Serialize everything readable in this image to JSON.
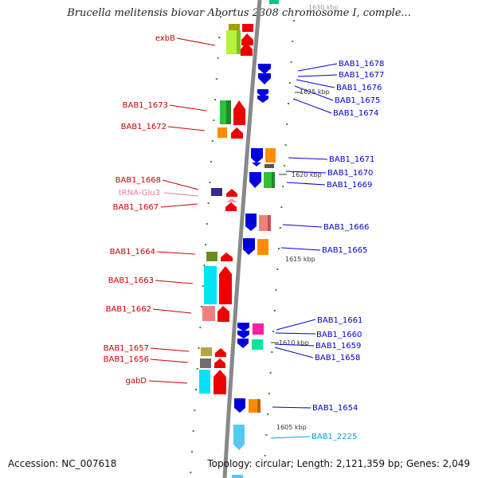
{
  "title": "Brucella melitensis biovar Abortus 2308 chromosome I, comple...",
  "footer": {
    "accession": "Accession: NC_007618",
    "summary": "Topology: circular; Length: 2,121,359 bp; Genes: 2,049"
  },
  "colors": {
    "left_label": "#cc0000",
    "right_label": "#0000cc",
    "trna_label": "#e87ca8",
    "cyan_label": "#00a6d6",
    "backbone": "#888888",
    "tick": "#2e8b2e",
    "kbp_text": "#333333"
  },
  "ruler": [
    {
      "label": "1630 kbp"
    },
    {
      "label": "1625 kbp"
    },
    {
      "label": "1620 kbp"
    },
    {
      "label": "1615 kbp"
    },
    {
      "label": "1610 kbp"
    },
    {
      "label": "1605 kbp"
    }
  ],
  "left_labels": [
    {
      "text": "exbB",
      "color": "#cc0000"
    },
    {
      "text": "BAB1_1673",
      "color": "#cc0000"
    },
    {
      "text": "BAB1_1672",
      "color": "#cc0000"
    },
    {
      "text": "BAB1_1668",
      "color": "#cc0000"
    },
    {
      "text": "tRNA-Glu3",
      "color": "#e87ca8"
    },
    {
      "text": "BAB1_1667",
      "color": "#cc0000"
    },
    {
      "text": "BAB1_1664",
      "color": "#cc0000"
    },
    {
      "text": "BAB1_1663",
      "color": "#cc0000"
    },
    {
      "text": "BAB1_1662",
      "color": "#cc0000"
    },
    {
      "text": "BAB1_1657",
      "color": "#cc0000"
    },
    {
      "text": "BAB1_1656",
      "color": "#cc0000"
    },
    {
      "text": "gabD",
      "color": "#cc0000"
    }
  ],
  "right_labels": [
    {
      "text": "BAB1_1678",
      "color": "#0000cc"
    },
    {
      "text": "BAB1_1677",
      "color": "#0000cc"
    },
    {
      "text": "BAB1_1676",
      "color": "#0000cc"
    },
    {
      "text": "BAB1_1675",
      "color": "#0000cc"
    },
    {
      "text": "BAB1_1674",
      "color": "#0000cc"
    },
    {
      "text": "BAB1_1671",
      "color": "#0000cc"
    },
    {
      "text": "BAB1_1670",
      "color": "#0000cc"
    },
    {
      "text": "BAB1_1669",
      "color": "#0000cc"
    },
    {
      "text": "BAB1_1666",
      "color": "#0000cc"
    },
    {
      "text": "BAB1_1665",
      "color": "#0000cc"
    },
    {
      "text": "BAB1_1661",
      "color": "#0000cc"
    },
    {
      "text": "BAB1_1660",
      "color": "#0000cc"
    },
    {
      "text": "BAB1_1659",
      "color": "#0000cc"
    },
    {
      "text": "BAB1_1658",
      "color": "#0000cc"
    },
    {
      "text": "BAB1_1654",
      "color": "#0000cc"
    },
    {
      "text": "BAB1_2225",
      "color": "#00a6d6"
    }
  ]
}
